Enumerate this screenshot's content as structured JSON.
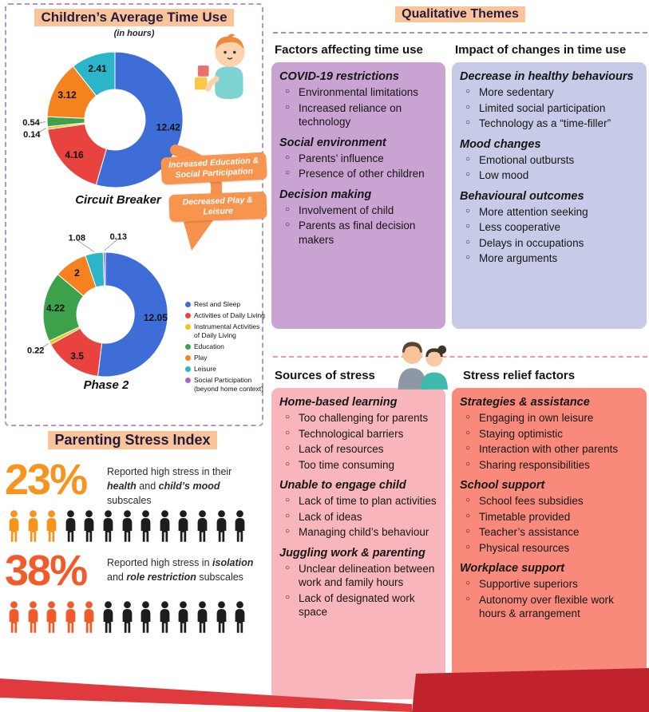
{
  "colors": {
    "highlight": "#F9C49A",
    "purple_dash": "#A98BC8",
    "pink_dash": "#F4989F",
    "arrow_orange": "#F6914E",
    "icon_dark": "#1F1C1D",
    "banner_red_light": "#E03A3E",
    "banner_red_dark": "#C0232B"
  },
  "time_use": {
    "title": "Children’s Average Time Use",
    "subtitle": "(in hours)",
    "chart1_label": "Circuit Breaker",
    "chart2_label": "Phase 2",
    "arrow_note_top": "Increased Education & Social Participation",
    "arrow_note_bottom": "Decreased Play & Leisure"
  },
  "chart_data": {
    "type": "pie",
    "subtype": "donut",
    "title": "Children’s Average Time Use",
    "units": "hours",
    "legend_position": "right of Phase 2 donut",
    "categories": [
      "Rest and Sleep",
      "Activities of Daily Living",
      "Instrumental Activities of Daily Living",
      "Education",
      "Play",
      "Leisure",
      "Social Participation (beyond home context)"
    ],
    "colors": [
      "#3E6DD8",
      "#E8433E",
      "#F0C419",
      "#3DA14C",
      "#F5821F",
      "#2AB5C9",
      "#A366CC"
    ],
    "series": [
      {
        "name": "Circuit Breaker",
        "values": [
          12.42,
          4.16,
          0.14,
          0.54,
          3.12,
          2.41,
          0
        ]
      },
      {
        "name": "Phase 2",
        "values": [
          12.05,
          3.5,
          0.22,
          4.22,
          2,
          1.08,
          0.13
        ]
      }
    ]
  },
  "stress_index": {
    "title": "Parenting Stress Index",
    "rows": [
      {
        "percent": "23%",
        "accent": "#F7941D",
        "text_prefix": "Reported high stress in their ",
        "em1": "health",
        "text_mid": " and ",
        "em2": "child’s mood",
        "text_suffix": " subscales",
        "icons_total": 13,
        "icons_highlighted": 3
      },
      {
        "percent": "38%",
        "accent": "#F15A29",
        "text_prefix": "Reported high stress in ",
        "em1": "isolation",
        "text_mid": " and ",
        "em2": "role restriction",
        "text_suffix": " subscales",
        "icons_total": 13,
        "icons_highlighted": 5
      }
    ]
  },
  "qualitative": {
    "title": "Qualitative Themes",
    "boxes": [
      {
        "heading": "Factors affecting time use",
        "bg": "#C9A3D2",
        "sections": [
          {
            "title": "COVID-19 restrictions",
            "items": [
              "Environmental limitations",
              "Increased reliance on technology"
            ]
          },
          {
            "title": "Social environment",
            "items": [
              "Parents’ influence",
              "Presence of other children"
            ]
          },
          {
            "title": "Decision making",
            "items": [
              "Involvement of child",
              "Parents as final decision makers"
            ]
          }
        ]
      },
      {
        "heading": "Impact of changes in time use",
        "bg": "#C7CBE7",
        "sections": [
          {
            "title": "Decrease in healthy behaviours",
            "items": [
              "More sedentary",
              "Limited social participation",
              "Technology as a “time-filler”"
            ]
          },
          {
            "title": "Mood changes",
            "items": [
              "Emotional outbursts",
              "Low mood"
            ]
          },
          {
            "title": "Behavioural outcomes",
            "items": [
              "More attention seeking",
              "Less cooperative",
              "Delays in occupations",
              "More arguments"
            ]
          }
        ]
      },
      {
        "heading": "Sources of stress",
        "bg": "#F8B6BC",
        "sections": [
          {
            "title": "Home-based learning",
            "items": [
              "Too challenging for parents",
              "Technological barriers",
              "Lack of resources",
              "Too time consuming"
            ]
          },
          {
            "title": "Unable to engage child",
            "items": [
              "Lack of time to plan activities",
              "Lack of ideas",
              "Managing child’s behaviour"
            ]
          },
          {
            "title": "Juggling work & parenting",
            "items": [
              "Unclear delineation between work and family hours",
              "Lack of designated work space"
            ]
          }
        ]
      },
      {
        "heading": "Stress relief factors",
        "bg": "#F8897B",
        "sections": [
          {
            "title": "Strategies & assistance",
            "items": [
              "Engaging in own leisure",
              "Staying optimistic",
              "Interaction with other parents",
              "Sharing responsibilities"
            ]
          },
          {
            "title": "School support",
            "items": [
              "School fees subsidies",
              "Timetable provided",
              "Teacher’s assistance",
              "Physical resources"
            ]
          },
          {
            "title": "Workplace support",
            "items": [
              "Supportive superiors",
              "Autonomy over flexible work hours & arrangement"
            ]
          }
        ]
      }
    ]
  }
}
